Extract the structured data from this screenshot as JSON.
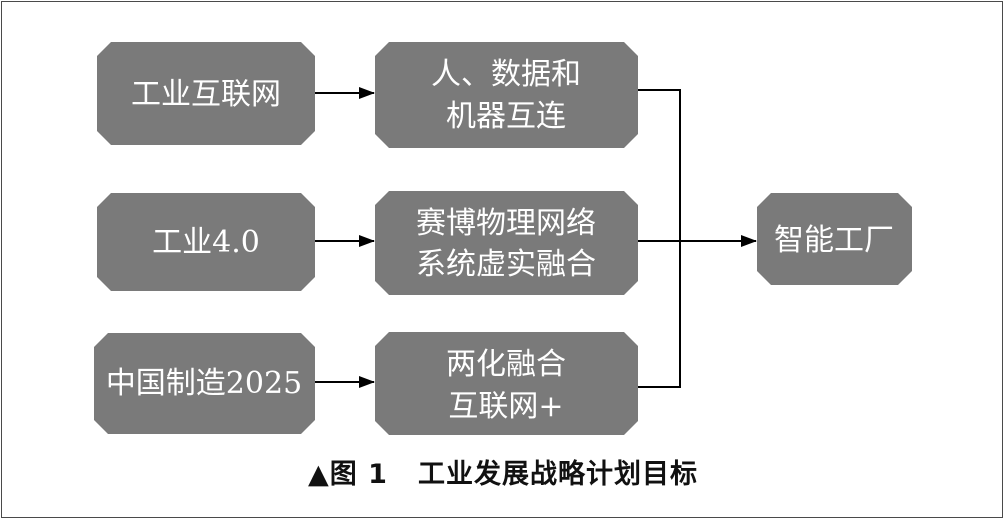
{
  "colors": {
    "node_fill": "#7a7a7a",
    "node_text": "#ffffff",
    "line": "#000000",
    "border": "#4a4a4a"
  },
  "sources": [
    {
      "label": "工业互联网"
    },
    {
      "label": "工业4.0"
    },
    {
      "label": "中国制造2025"
    }
  ],
  "middles": [
    {
      "lines": [
        "人、数据和",
        "机器互连"
      ]
    },
    {
      "lines": [
        "赛博物理网络",
        "系统虚实融合"
      ]
    },
    {
      "lines": [
        "两化融合",
        "互联网+"
      ]
    }
  ],
  "target": {
    "label": "智能工厂"
  },
  "caption": {
    "marker": "▲图 1",
    "text": "工业发展战略计划目标"
  }
}
